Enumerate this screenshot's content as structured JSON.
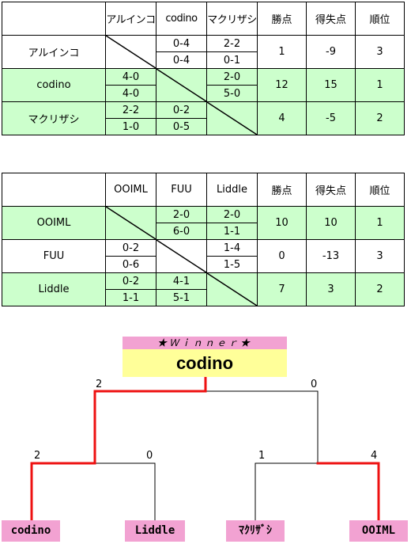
{
  "league1": {
    "headers": [
      "アルインコ",
      "codino",
      "マクリザシ",
      "勝点",
      "得失点",
      "順位"
    ],
    "rows": [
      {
        "team": "アルインコ",
        "scores": [
          [],
          [
            "0-4",
            "0-4"
          ],
          [
            "2-2",
            "0-1"
          ]
        ],
        "pts": "1",
        "gd": "-9",
        "rank": "3"
      },
      {
        "team": "codino",
        "scores": [
          [
            "4-0",
            "4-0"
          ],
          [],
          [
            "2-0",
            "5-0"
          ]
        ],
        "pts": "12",
        "gd": "15",
        "rank": "1"
      },
      {
        "team": "マクリザシ",
        "scores": [
          [
            "2-2",
            "1-0"
          ],
          [
            "0-2",
            "0-5"
          ],
          []
        ],
        "pts": "4",
        "gd": "-5",
        "rank": "2"
      }
    ]
  },
  "league2": {
    "headers": [
      "OOIML",
      "FUU",
      "Liddle",
      "勝点",
      "得失点",
      "順位"
    ],
    "rows": [
      {
        "team": "OOIML",
        "scores": [
          [],
          [
            "2-0",
            "6-0"
          ],
          [
            "2-0",
            "1-1"
          ]
        ],
        "pts": "10",
        "gd": "10",
        "rank": "1"
      },
      {
        "team": "FUU",
        "scores": [
          [
            "0-2",
            "0-6"
          ],
          [],
          [
            "1-4",
            "1-5"
          ]
        ],
        "pts": "0",
        "gd": "-13",
        "rank": "3"
      },
      {
        "team": "Liddle",
        "scores": [
          [
            "0-2",
            "1-1"
          ],
          [
            "4-1",
            "5-1"
          ],
          []
        ],
        "pts": "7",
        "gd": "3",
        "rank": "2"
      }
    ]
  },
  "bracket": {
    "winner_label": "★Ｗｉｎｎｅｒ★",
    "winner": "codino",
    "teams": [
      "codino",
      "Liddle",
      "ﾏｸﾘｻﾞｼ",
      "OOIML"
    ],
    "semi_scores": [
      "2",
      "0",
      "1",
      "4"
    ],
    "final_scores": [
      "2",
      "0"
    ],
    "colors": {
      "win_line": "#ee1111",
      "lose_line": "#000000",
      "tag_bg": "#f2a2d2",
      "winner_bg": "#ffff99"
    }
  }
}
